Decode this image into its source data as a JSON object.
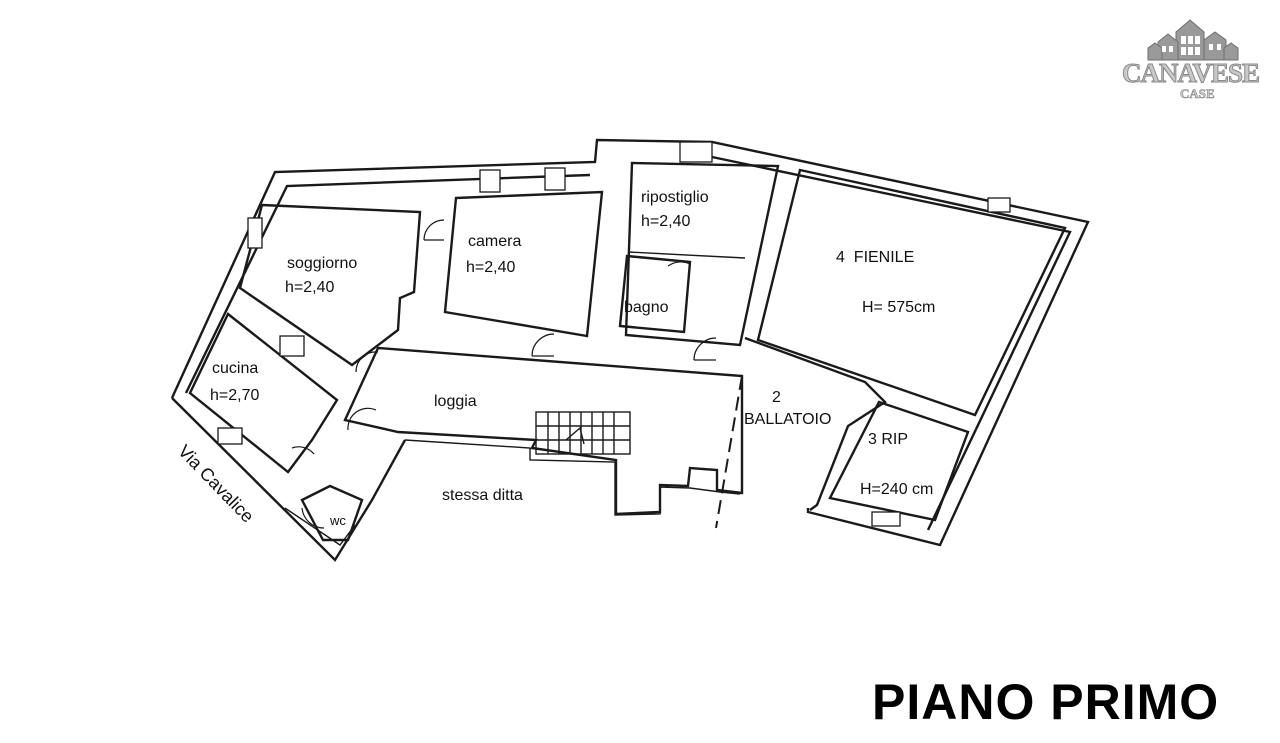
{
  "brand": {
    "name": "CANAVESE",
    "sub": "CASE"
  },
  "title": "PIANO PRIMO",
  "street": "Via Cavalice",
  "rooms": {
    "soggiorno": {
      "name": "soggiorno",
      "height": "h=2,40"
    },
    "camera": {
      "name": "camera",
      "height": "h=2,40"
    },
    "ripostiglio": {
      "name": "ripostiglio",
      "height": "h=2,40"
    },
    "bagno": {
      "name": "bagno"
    },
    "fienile": {
      "name": "4  FIENILE",
      "height": "H= 575cm"
    },
    "cucina": {
      "name": "cucina",
      "height": "h=2,70"
    },
    "loggia": {
      "name": "loggia"
    },
    "ballatoio": {
      "number": "2",
      "name": "BALLATOIO"
    },
    "rip": {
      "name": "3 RIP",
      "height": "H=240 cm"
    },
    "stessa_ditta": {
      "name": "stessa ditta"
    },
    "wc": {
      "name": "wc"
    }
  },
  "colors": {
    "lines": "#1a1a1a",
    "logo_fill": "#c9c9c9",
    "logo_stroke": "#8a8a8a"
  }
}
